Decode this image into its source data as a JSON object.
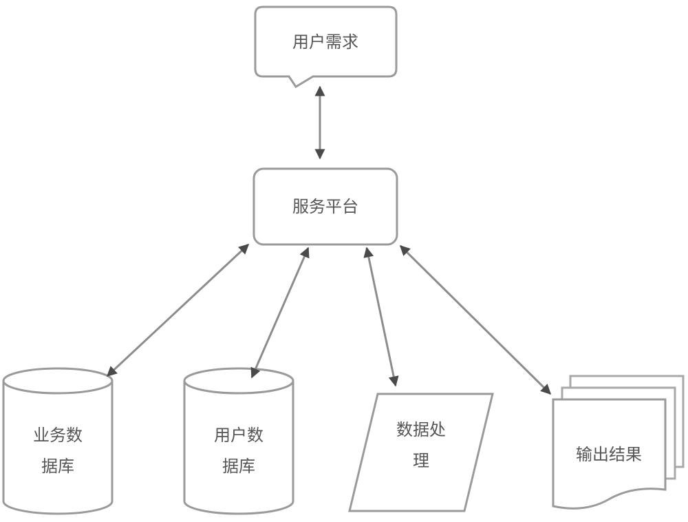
{
  "nodes": {
    "user_demand": {
      "label": "用户需求",
      "shape": "callout"
    },
    "service_platform": {
      "label": "服务平台",
      "shape": "rounded-rectangle"
    },
    "business_db": {
      "label_lines": [
        "业务数",
        "据库"
      ],
      "shape": "cylinder"
    },
    "user_db": {
      "label_lines": [
        "用户数",
        "据库"
      ],
      "shape": "cylinder"
    },
    "data_processing": {
      "label_lines": [
        "数据处",
        "理"
      ],
      "shape": "parallelogram"
    },
    "output_result": {
      "label": "输出结果",
      "shape": "multi-document"
    }
  },
  "edges": [
    {
      "from": "user_demand",
      "to": "service_platform",
      "direction": "both"
    },
    {
      "from": "service_platform",
      "to": "business_db",
      "direction": "both"
    },
    {
      "from": "service_platform",
      "to": "user_db",
      "direction": "both"
    },
    {
      "from": "service_platform",
      "to": "data_processing",
      "direction": "both"
    },
    {
      "from": "service_platform",
      "to": "output_result",
      "direction": "both"
    }
  ],
  "colors": {
    "stroke": "#9a9a9a",
    "arrow": "#4a4a4a",
    "text": "#555555",
    "background": "#ffffff"
  }
}
